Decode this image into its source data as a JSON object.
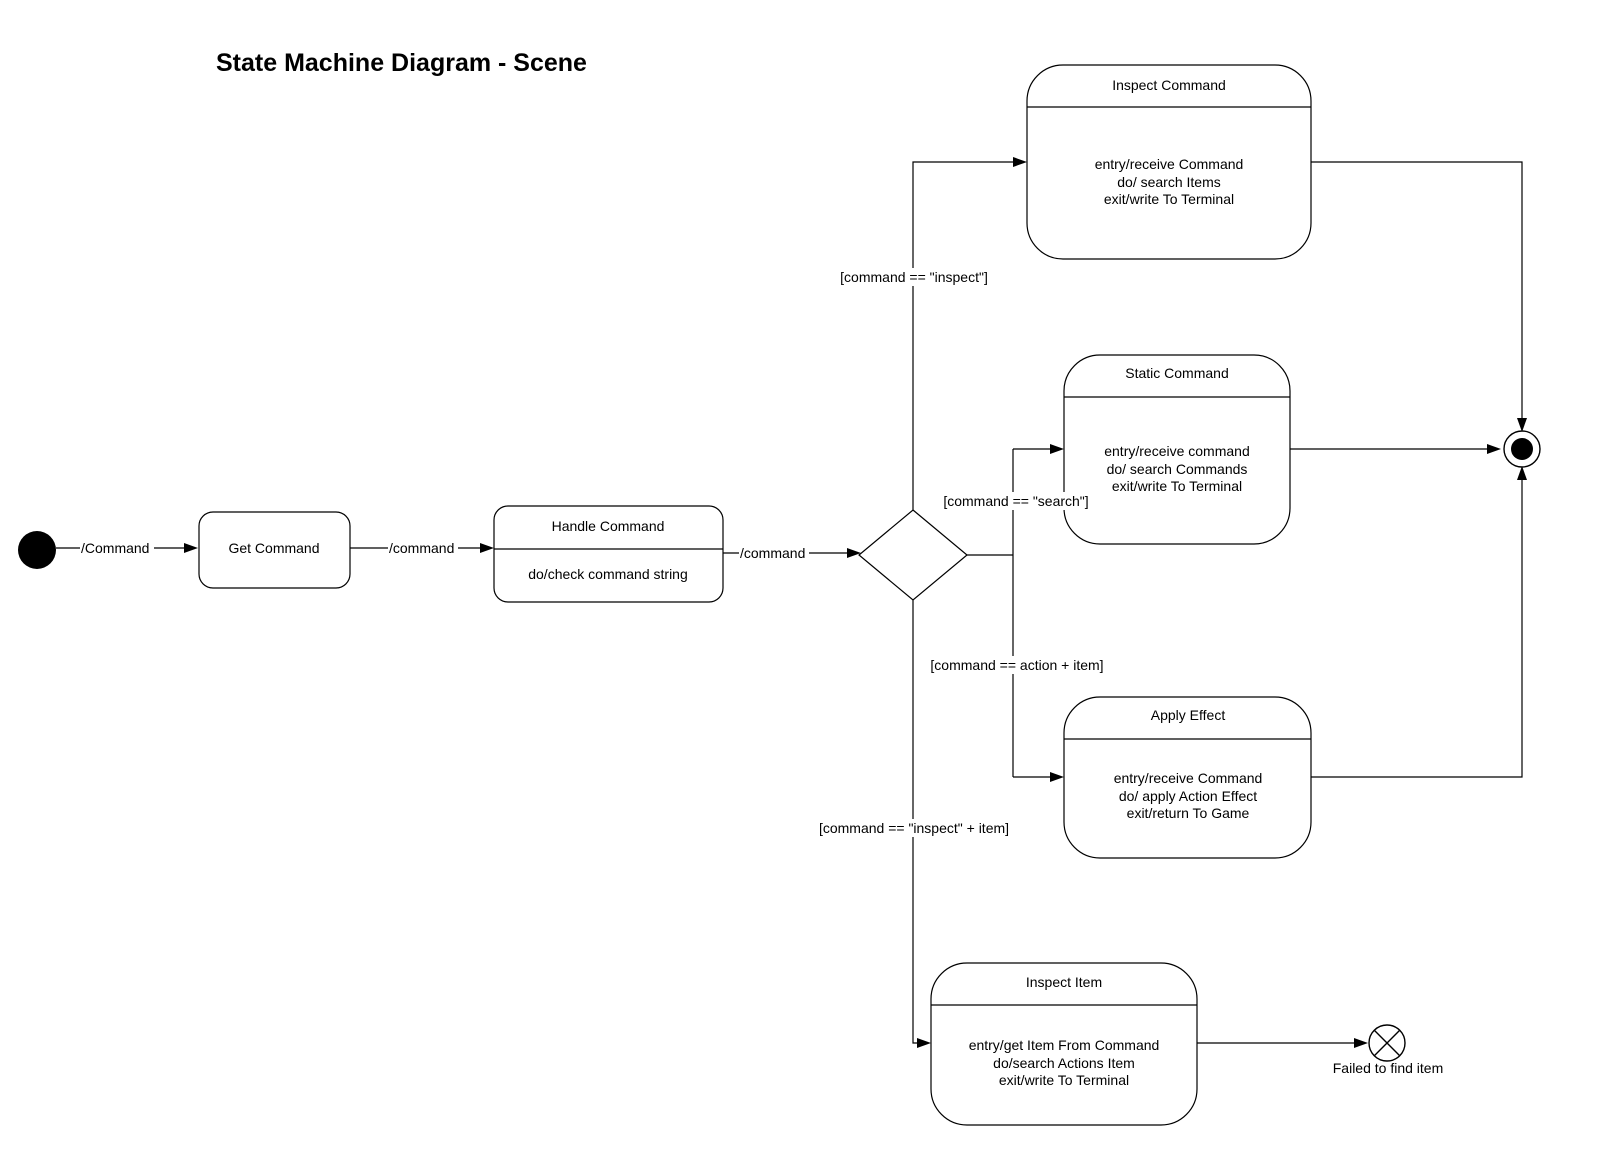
{
  "title": "State Machine Diagram - Scene",
  "colors": {
    "line": "#000000",
    "background": "#ffffff"
  },
  "states": {
    "get_command": {
      "name": "Get Command"
    },
    "handle_command": {
      "name": "Handle Command",
      "body": [
        "do/check command string"
      ]
    },
    "inspect_command": {
      "name": "Inspect Command",
      "body": [
        "entry/receive Command",
        "do/ search Items",
        "exit/write To Terminal"
      ]
    },
    "static_command": {
      "name": "Static Command",
      "body": [
        "entry/receive command",
        "do/ search Commands",
        "exit/write To Terminal"
      ]
    },
    "apply_effect": {
      "name": "Apply Effect",
      "body": [
        "entry/receive Command",
        "do/ apply Action Effect",
        "exit/return To Game"
      ]
    },
    "inspect_item": {
      "name": "Inspect Item",
      "body": [
        "entry/get Item From Command",
        "do/search Actions Item",
        "exit/write To Terminal"
      ]
    }
  },
  "transitions": {
    "initial_to_get": "/Command",
    "get_to_handle": "/command",
    "handle_to_decision": "/command",
    "guard_inspect": "[command == \"inspect\"]",
    "guard_search": "[command == \"search\"]",
    "guard_action": "[command == action + item]",
    "guard_inspect_item": "[command  == \"inspect\" + item]"
  },
  "terminate": {
    "label": "Failed to find item"
  }
}
